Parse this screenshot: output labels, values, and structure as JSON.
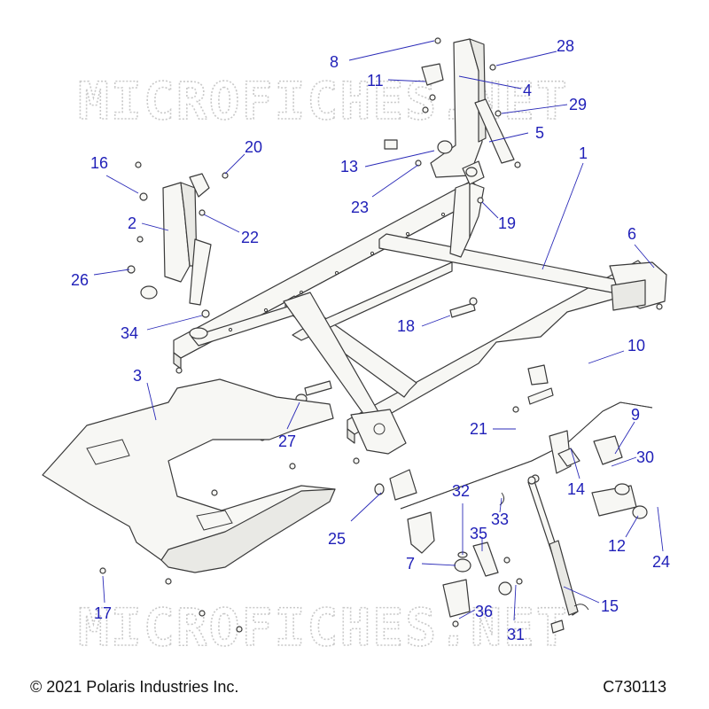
{
  "watermark_text": "MICROFICHES.NET",
  "footer": {
    "copyright": "© 2021 Polaris Industries Inc.",
    "diagram_code": "C730113"
  },
  "callouts": [
    {
      "num": "1"
    },
    {
      "num": "2"
    },
    {
      "num": "3"
    },
    {
      "num": "4"
    },
    {
      "num": "5"
    },
    {
      "num": "6"
    },
    {
      "num": "7"
    },
    {
      "num": "8"
    },
    {
      "num": "9"
    },
    {
      "num": "10"
    },
    {
      "num": "11"
    },
    {
      "num": "12"
    },
    {
      "num": "13"
    },
    {
      "num": "14"
    },
    {
      "num": "15"
    },
    {
      "num": "16"
    },
    {
      "num": "17"
    },
    {
      "num": "18"
    },
    {
      "num": "19"
    },
    {
      "num": "20"
    },
    {
      "num": "21"
    },
    {
      "num": "22"
    },
    {
      "num": "23"
    },
    {
      "num": "24"
    },
    {
      "num": "25"
    },
    {
      "num": "26"
    },
    {
      "num": "27"
    },
    {
      "num": "28"
    },
    {
      "num": "29"
    },
    {
      "num": "30"
    },
    {
      "num": "31"
    },
    {
      "num": "32"
    },
    {
      "num": "33"
    },
    {
      "num": "34"
    },
    {
      "num": "35"
    },
    {
      "num": "36"
    }
  ],
  "colors": {
    "callout": "#1f1fb8",
    "line_art": "#3a3a3a",
    "watermark": "#c9c9c9"
  }
}
